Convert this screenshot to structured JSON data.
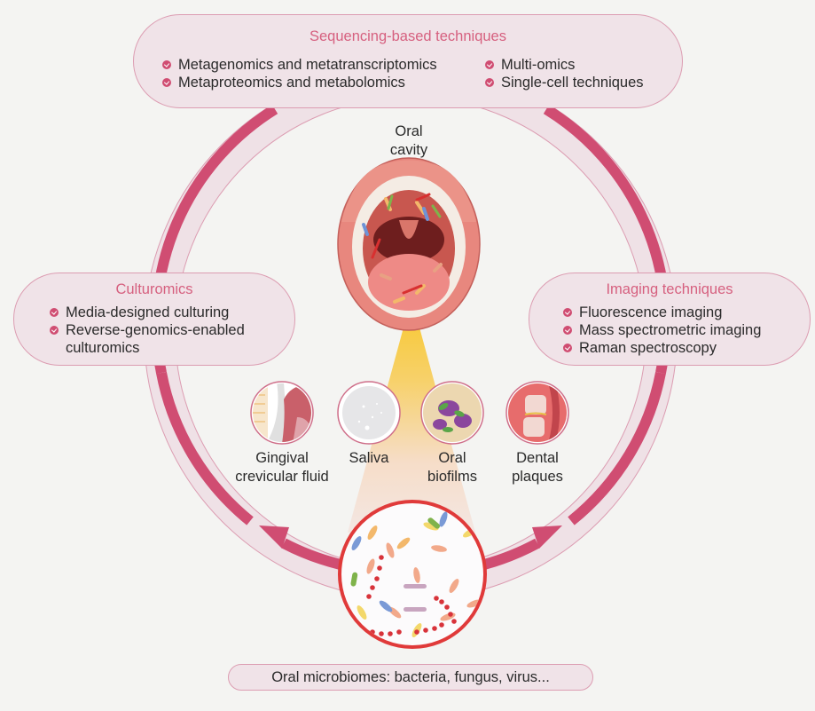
{
  "colors": {
    "background": "#f4f4f2",
    "box_fill": "#f0e3e8",
    "box_border": "#dc9db2",
    "accent": "#d04d72",
    "title": "#d6607f",
    "ring_band": "#efe1e6",
    "microbe_border": "#e03a3a",
    "beam": "#f6c840"
  },
  "sequencing": {
    "title": "Sequencing-based techniques",
    "items": [
      "Metagenomics and metatranscriptomics",
      "Metaproteomics and metabolomics",
      "Multi-omics",
      "Single-cell techniques"
    ]
  },
  "culturomics": {
    "title": "Culturomics",
    "items": [
      "Media-designed culturing",
      "Reverse-genomics-enabled",
      "culturomics"
    ]
  },
  "imaging": {
    "title": "Imaging techniques",
    "items": [
      "Fluorescence imaging",
      "Mass spectrometric imaging",
      "Raman spectroscopy"
    ]
  },
  "oral_cavity": {
    "line1": "Oral",
    "line2": "cavity"
  },
  "samples": [
    {
      "line1": "Gingival",
      "line2": "crevicular fluid",
      "icon": "gingival-crevicular-fluid-icon"
    },
    {
      "line1": "Saliva",
      "line2": "",
      "icon": "saliva-icon"
    },
    {
      "line1": "Oral",
      "line2": "biofilms",
      "icon": "oral-biofilms-icon"
    },
    {
      "line1": "Dental",
      "line2": "plaques",
      "icon": "dental-plaques-icon"
    }
  ],
  "footer": {
    "text": "Oral microbiomes: bacteria, fungus, virus..."
  }
}
